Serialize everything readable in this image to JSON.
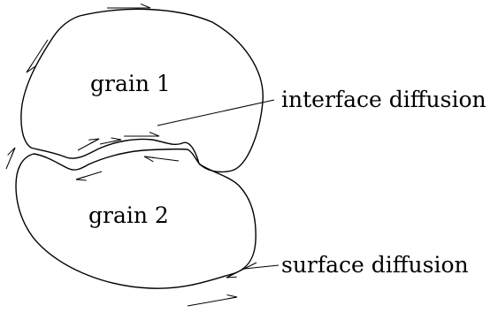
{
  "grains": {
    "grain1_label": "grain 1",
    "grain2_label": "grain 2"
  },
  "callouts": {
    "interface_label": "interface diffusion",
    "surface_label": "surface diffusion"
  },
  "colors": {
    "stroke": "#000000",
    "background": "#ffffff"
  }
}
